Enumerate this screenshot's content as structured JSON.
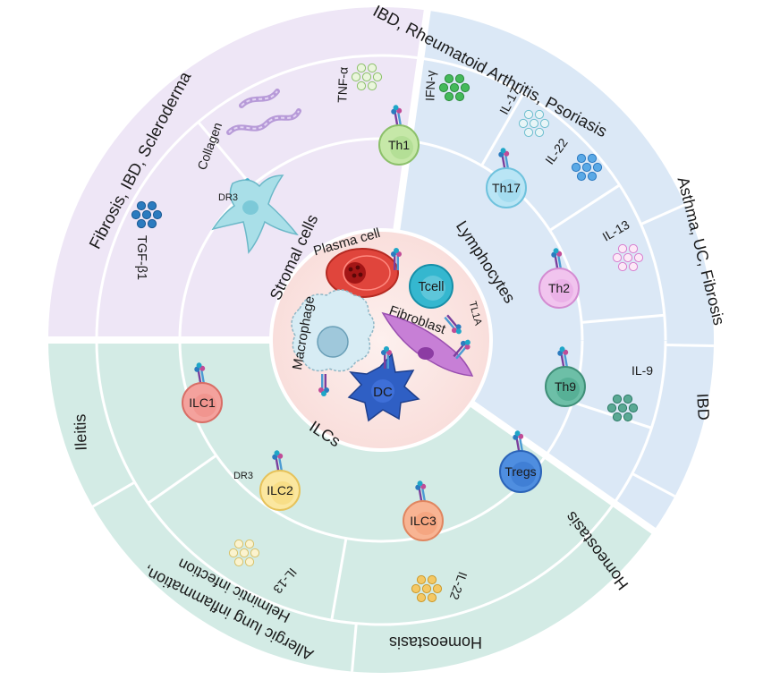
{
  "center_title": "TL1A",
  "outer_ring": {
    "top_right": "IBD, Rheumatoid Arthritis, Psoriasis",
    "right_upper": "Asthma, UC, Fibrosis",
    "right_lower": "IBD",
    "bottom_right": "Homeostasis",
    "top_left": "Fibrosis, IBD, Scleroderma",
    "left": "Ileitis",
    "bottom_left": "Allergic lung inflammation,",
    "bottom_left_2": "Helmintic infection",
    "bottom": "Homeostasis"
  },
  "categories": {
    "stromal": "Stromal cells",
    "lymphocytes": "Lymphocytes",
    "ilcs": "ILCs"
  },
  "center_cells": {
    "plasma": "Plasma cell",
    "tcell": "Tcell",
    "macrophage": "Macrophage",
    "fibroblast": "Fibroblast",
    "dc": "DC"
  },
  "lymphocytes": {
    "th1": "Th1",
    "th17": "Th17",
    "th2": "Th2",
    "th9": "Th9",
    "tregs": "Tregs"
  },
  "ilcs": {
    "ilc1": "ILC1",
    "ilc2": "ILC2",
    "ilc3": "ILC3"
  },
  "cytokines": {
    "tnf": "TNF-α",
    "ifn": "IFN-γ",
    "il17": "IL-17",
    "il22_th": "IL-22",
    "il13_th": "IL-13",
    "il9": "IL-9",
    "il13_ilc": "IL-13",
    "il22_ilc": "IL-22",
    "tgf": "TGF-β1",
    "collagen": "Collagen",
    "dr3": "DR3",
    "dr3_ilc": "DR3"
  },
  "colors": {
    "blue_sector": "#dbe8f6",
    "green_sector": "#d3ebe5",
    "purple_sector": "#eee6f6",
    "center": "#fbe6e4"
  }
}
